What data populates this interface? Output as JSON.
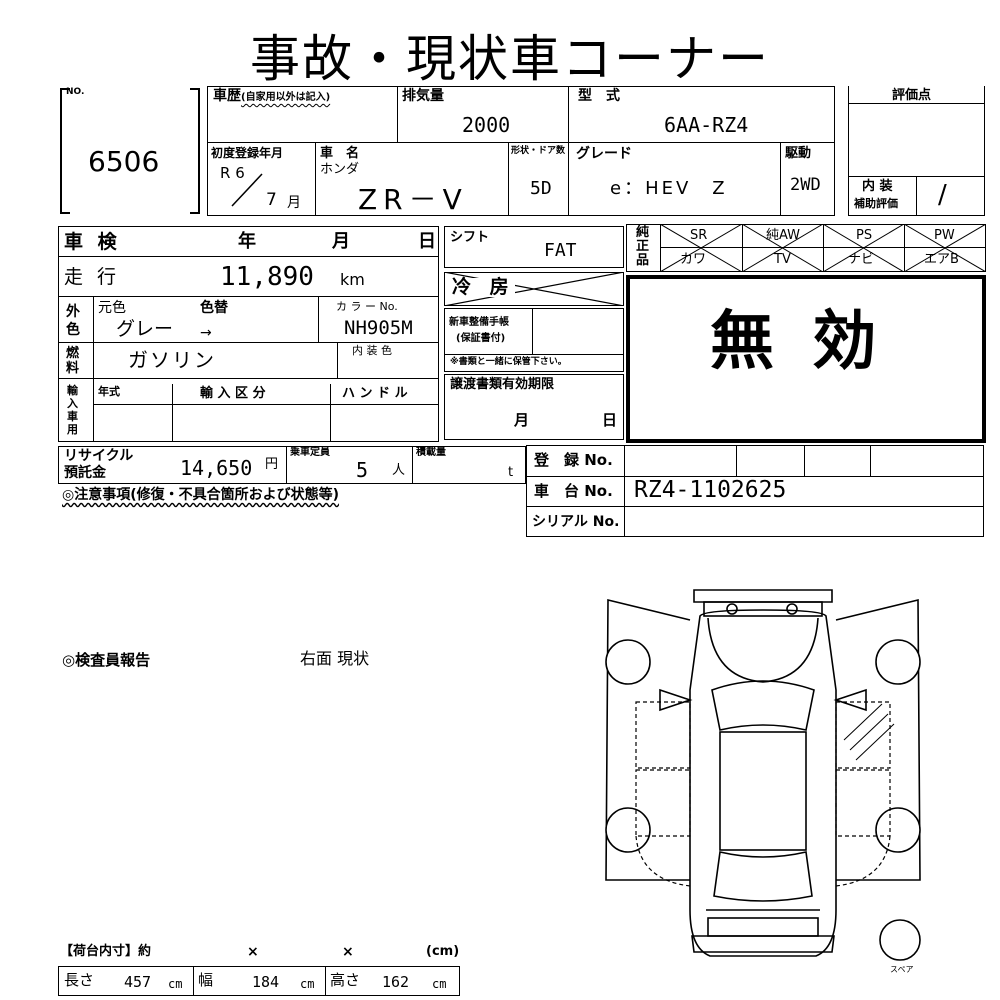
{
  "sheet_title": "事故・現状車コーナー",
  "lot": {
    "no_label": "NO.",
    "number": "6506"
  },
  "history": {
    "label": "車歴",
    "note": "(自家用以外は記入)"
  },
  "displacement": {
    "label": "排気量",
    "value": "2000"
  },
  "model_type": {
    "label": "型　式",
    "value": "6AA-RZ4"
  },
  "evaluation": {
    "label": "評価点",
    "interior_label_1": "内 装",
    "interior_label_2": "補助評価",
    "interior_value": "/"
  },
  "first_registration": {
    "label": "初度登録年月",
    "era": "R 6",
    "month": "7",
    "month_unit": "月"
  },
  "car_name": {
    "label_1": "車　名",
    "maker": "ホンダ",
    "name": "ZR－V"
  },
  "body": {
    "label": "形状・ドア数",
    "value": "5D"
  },
  "grade": {
    "label": "グレード",
    "value": "e：HEV　Z"
  },
  "drive": {
    "label": "駆動",
    "value": "2WD"
  },
  "inspection": {
    "label": "車 検",
    "year": "年",
    "month": "月",
    "day": "日"
  },
  "shift": {
    "label": "シフト",
    "value": "FAT"
  },
  "equipment": {
    "label": "純正品",
    "row1": [
      "SR",
      "純AW",
      "PS",
      "PW"
    ],
    "row2": [
      "カワ",
      "TV",
      "ナビ",
      "エアB"
    ]
  },
  "mileage": {
    "label": "走 行",
    "value": "11,890",
    "unit": "km"
  },
  "aircon": {
    "label": "冷 房"
  },
  "color": {
    "side_label": "外色",
    "original_label": "元色",
    "original_value": "グレー",
    "changed_label": "色替",
    "changed_value": "→",
    "code_label": "カ ラ ー No.",
    "code_value": "NH905M"
  },
  "maintenance": {
    "label_1": "新車整備手帳",
    "label_2": "(保証書付)",
    "note": "※書類と一緒に保管下さい。"
  },
  "void_stamp": "無 効",
  "fuel": {
    "label": "燃料",
    "value": "ガソリン",
    "interior_color_label": "内 装 色"
  },
  "import": {
    "label": "輸入車用",
    "year_label": "年式",
    "class_label": "輸 入 区 分",
    "handle_label": "ハ ン ド ル"
  },
  "transfer": {
    "label": "譲渡書類有効期限",
    "month": "月",
    "day": "日"
  },
  "recycle": {
    "label_1": "リサイクル",
    "label_2": "預託金",
    "value": "14,650",
    "unit": "円"
  },
  "capacity": {
    "label": "乗車定員",
    "value": "5",
    "unit": "人"
  },
  "load": {
    "label": "積載量",
    "unit": "t"
  },
  "registration": {
    "label": "登　録 No.",
    "chassis_label": "車　台 No.",
    "chassis_value": "RZ4-1102625",
    "serial_label": "シリアル No."
  },
  "notes": {
    "label": "◎注意事項(修復・不具合箇所および状態等)"
  },
  "inspector": {
    "label": "◎検査員報告",
    "text": "右面 現状"
  },
  "spare_label": "スペア",
  "cargo": {
    "header": "【荷台内寸】約",
    "x1": "×",
    "x2": "×",
    "unit_header": "(cm)",
    "length_label": "長さ",
    "length_value": "457",
    "width_label": "幅",
    "width_value": "184",
    "height_label": "高さ",
    "height_value": "162",
    "unit": "cm"
  }
}
